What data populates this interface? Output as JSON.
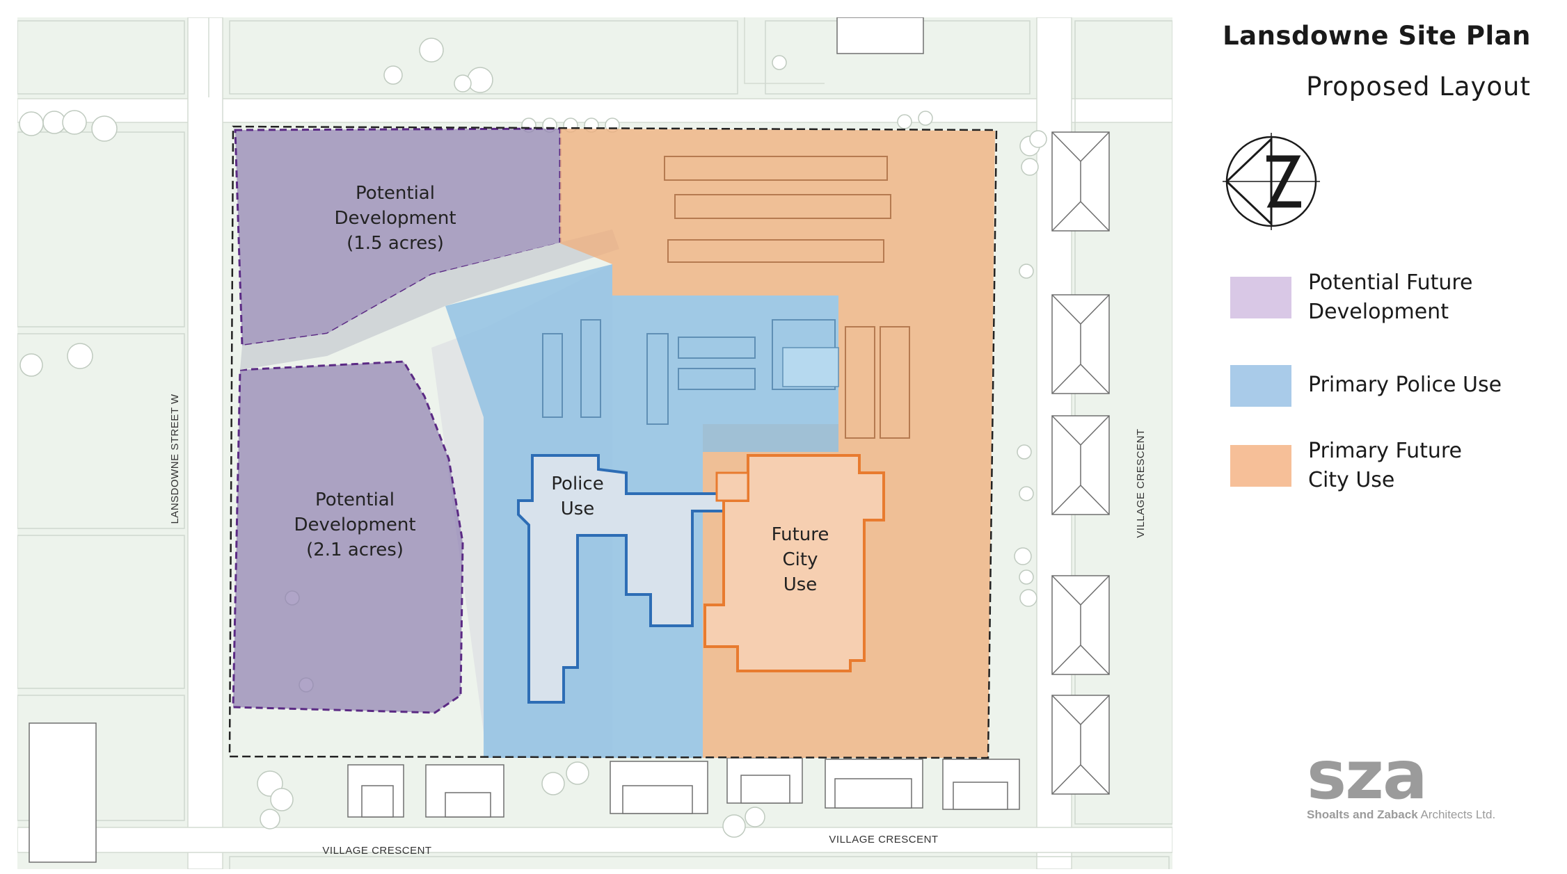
{
  "title": "Lansdowne Site Plan",
  "subtitle": "Proposed Layout",
  "north_arrow_icon": "north-arrow-icon",
  "legend": [
    {
      "label": "Potential Future\nDevelopment",
      "color": "#d9c8e6"
    },
    {
      "label": "Primary Police Use",
      "color": "#a9cbe9"
    },
    {
      "label": "Primary Future\nCity Use",
      "color": "#f6bf98"
    }
  ],
  "map": {
    "streets": {
      "west": "LANSDOWNE STREET W",
      "east": "VILLAGE CRESCENT",
      "south_left": "VILLAGE CRESCENT",
      "south_right": "VILLAGE CRESCENT"
    },
    "zones": {
      "dev_north": {
        "line1": "Potential",
        "line2": "Development",
        "line3": "(1.5 acres)"
      },
      "dev_south": {
        "line1": "Potential",
        "line2": "Development",
        "line3": "(2.1 acres)"
      },
      "police": {
        "line1": "Police",
        "line2": "Use"
      },
      "city": {
        "line1": "Future",
        "line2": "City",
        "line3": "Use"
      }
    },
    "colors": {
      "development": "#8e7fb1",
      "police": "#8fbfe3",
      "city": "#efb07d",
      "ground": "#edf3ec",
      "road": "#ffffff"
    }
  },
  "logo": {
    "mark": "sza",
    "firm_bold": "Shoalts and Zaback",
    "firm_rest": " Architects Ltd."
  }
}
